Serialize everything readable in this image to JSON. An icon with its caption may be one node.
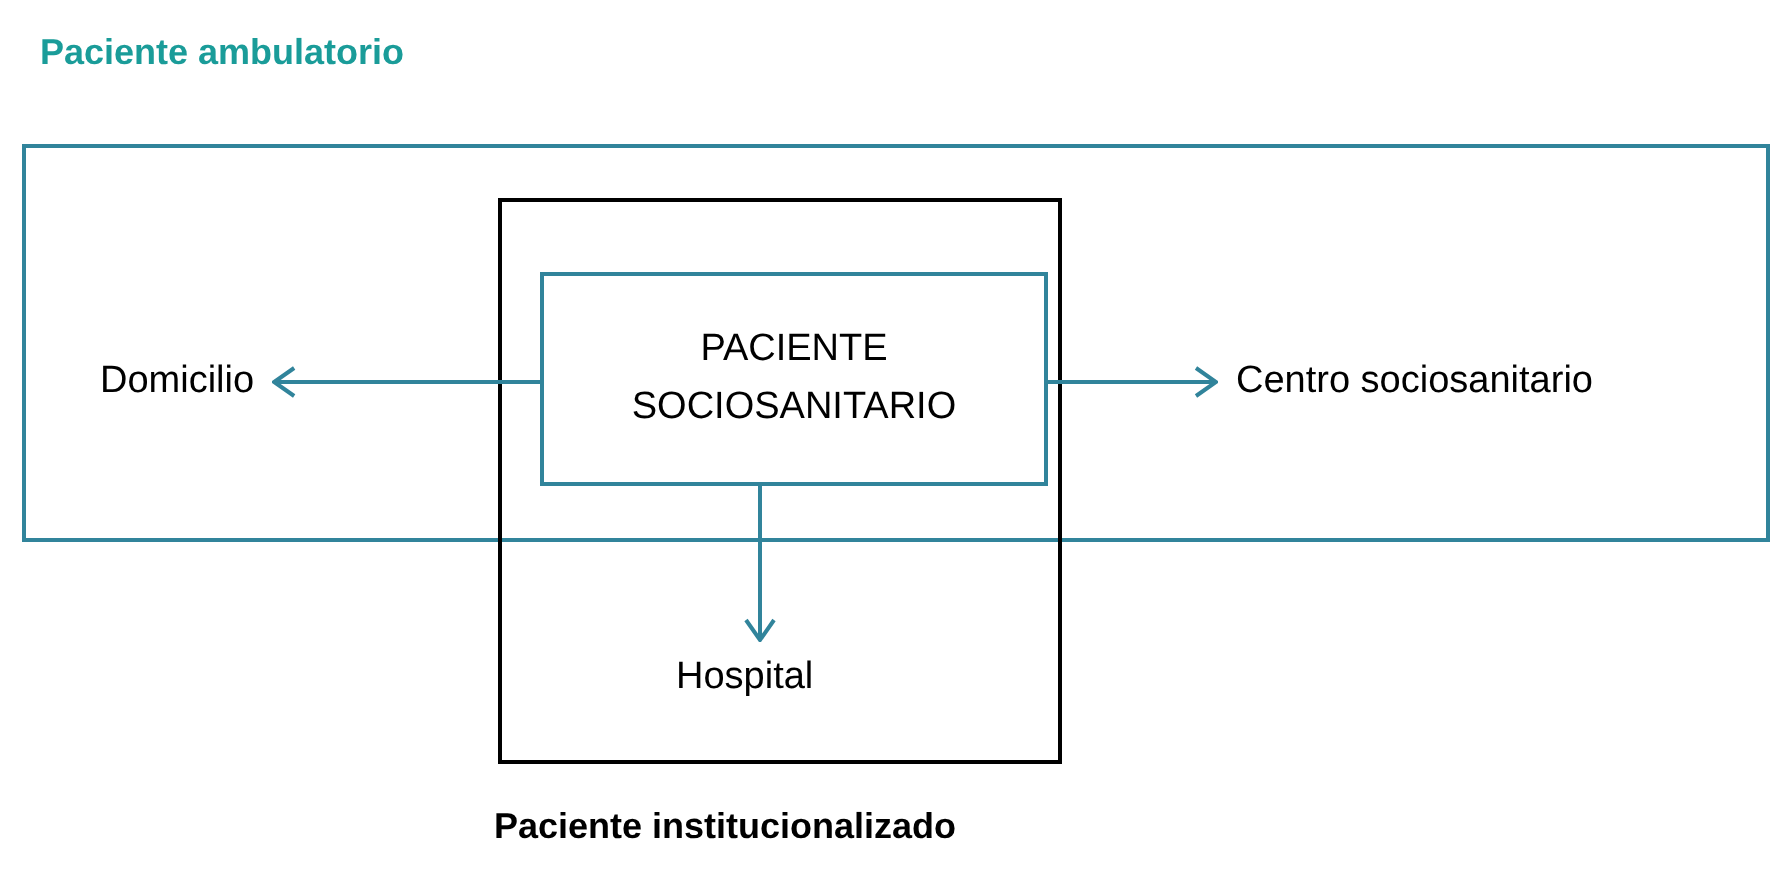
{
  "diagram": {
    "nodes": [
      {
        "text": [
          "Paciente ambulatorio"
        ]
      },
      {
        "text": [
          "Paciente institucionalizado"
        ]
      },
      {
        "text": [
          "PACIENTE SOCIOSANITARIO"
        ]
      },
      {
        "text": [
          "Domicilio"
        ],
        "in": 0
      },
      {
        "text": [
          "Centro sociosanitario"
        ],
        "in": 0
      },
      {
        "text": [
          "Hospital"
        ],
        "in": 1
      }
    ],
    "edges": [
      {
        "from": 2,
        "to": 3,
        "arrow": "to"
      },
      {
        "from": 2,
        "to": 4,
        "arrow": "to"
      },
      {
        "from": 2,
        "to": 5,
        "arrow": "to"
      }
    ]
  }
}
